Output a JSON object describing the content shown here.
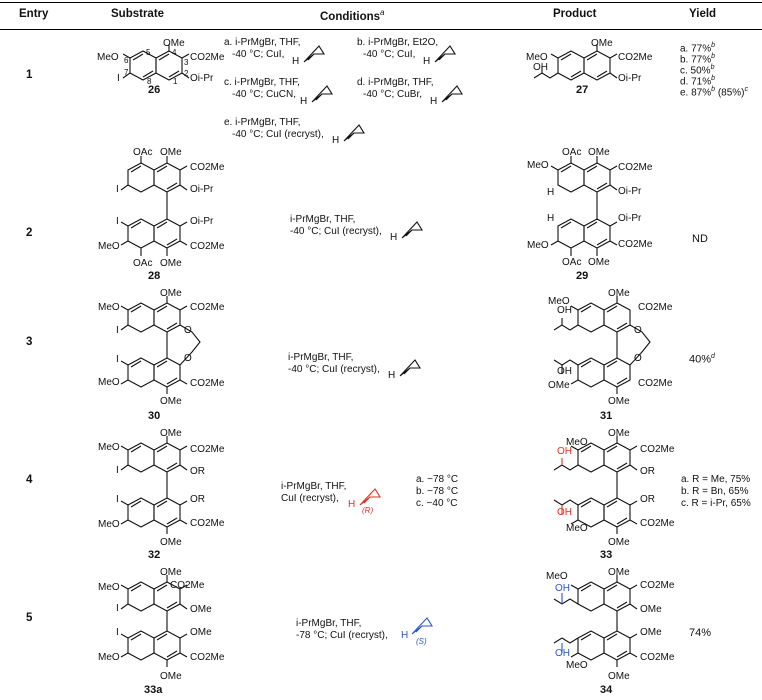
{
  "header": {
    "entry": "Entry",
    "substrate": "Substrate",
    "conditions": "Conditions",
    "conditions_sup": "a",
    "product": "Product",
    "yield": "Yield"
  },
  "rows": [
    {
      "entry": "1",
      "substrate_label": "26",
      "substrate_groups": [
        "OMe",
        "MeO",
        "CO2Me",
        "I",
        "Oi-Pr",
        "6",
        "5",
        "4",
        "3",
        "7",
        "8",
        "1",
        "2"
      ],
      "conditions": [
        {
          "line1": "a. i-PrMgBr, THF,",
          "line2": "-40 °C; CuI,"
        },
        {
          "line1": "b. i-PrMgBr, Et2O,",
          "line2": "-40 °C; CuI,"
        },
        {
          "line1": "c. i-PrMgBr, THF,",
          "line2": "-40 °C; CuCN,"
        },
        {
          "line1": "d. i-PrMgBr, THF,",
          "line2": "-40 °C; CuBr,"
        },
        {
          "line1": "e. i-PrMgBr, THF,",
          "line2": "-40 °C; CuI (recryst),"
        }
      ],
      "product_label": "27",
      "product_groups": [
        "OMe",
        "MeO",
        "OH",
        "CO2Me",
        "Oi-Pr"
      ],
      "yields": [
        "a. 77%",
        "b. 77%",
        "c. 50%",
        "d. 71%",
        "e. 87%"
      ],
      "yield_sup": [
        "b",
        "b",
        "b",
        "b",
        "b"
      ],
      "yield_extra": "(85%)",
      "yield_extra_sup": "c"
    },
    {
      "entry": "2",
      "substrate_label": "28",
      "substrate_groups": [
        "OAc",
        "OMe",
        "CO2Me",
        "I",
        "Oi-Pr",
        "I",
        "Oi-Pr",
        "MeO",
        "CO2Me",
        "OAc",
        "OMe"
      ],
      "conditions_line1": "i-PrMgBr, THF,",
      "conditions_line2": "-40 °C; CuI (recryst),",
      "product_label": "29",
      "product_groups": [
        "OAc",
        "OMe",
        "MeO",
        "CO2Me",
        "H",
        "Oi-Pr",
        "H",
        "Oi-Pr",
        "MeO",
        "CO2Me",
        "OAc",
        "OMe"
      ],
      "yield": "ND"
    },
    {
      "entry": "3",
      "substrate_label": "30",
      "substrate_groups": [
        "OMe",
        "MeO",
        "CO2Me",
        "I",
        "O",
        "I",
        "O",
        "MeO",
        "CO2Me",
        "OMe"
      ],
      "conditions_line1": "i-PrMgBr, THF,",
      "conditions_line2": "-40 °C; CuI (recryst),",
      "product_label": "31",
      "product_groups": [
        "OMe",
        "OH",
        "MeO",
        "CO2Me",
        "O",
        "O",
        "OMe",
        "CO2Me",
        "OH",
        "OMe"
      ],
      "yield": "40%",
      "yield_sup": "d"
    },
    {
      "entry": "4",
      "substrate_label": "32",
      "substrate_groups": [
        "OMe",
        "MeO",
        "CO2Me",
        "I",
        "OR",
        "I",
        "OR",
        "MeO",
        "CO2Me",
        "OMe"
      ],
      "conditions_line1": "i-PrMgBr, THF,",
      "conditions_line2": "CuI (recryst),",
      "stereo_label": "(R)",
      "temps": [
        "a. −78 °C",
        "b. −78 °C",
        "c. −40 °C"
      ],
      "product_label": "33",
      "product_groups": [
        "OMe",
        "OH",
        "MeO",
        "CO2Me",
        "OR",
        "OR",
        "OH",
        "CO2Me",
        "MeO",
        "OMe"
      ],
      "yields": [
        "a. R = Me, 75%",
        "b. R = Bn, 65%",
        "c. R = i-Pr, 65%"
      ]
    },
    {
      "entry": "5",
      "substrate_label": "33a",
      "substrate_groups": [
        "OMe",
        "MeO",
        "CO2Me",
        "I",
        "OMe",
        "I",
        "OMe",
        "MeO",
        "CO2Me",
        "OMe"
      ],
      "conditions_line1": "i-PrMgBr, THF,",
      "conditions_line2": "-78 °C; CuI (recryst),",
      "stereo_label": "(S)",
      "product_label": "34",
      "product_groups": [
        "OMe",
        "MeO",
        "OH",
        "CO2Me",
        "OMe",
        "OMe",
        "OH",
        "MeO",
        "CO2Me",
        "OMe"
      ],
      "yield": "74%"
    }
  ],
  "epoxide_h": "H",
  "colors": {
    "r_stereo": "#e0301e",
    "s_stereo": "#2b57c9",
    "rule": "#000000"
  }
}
